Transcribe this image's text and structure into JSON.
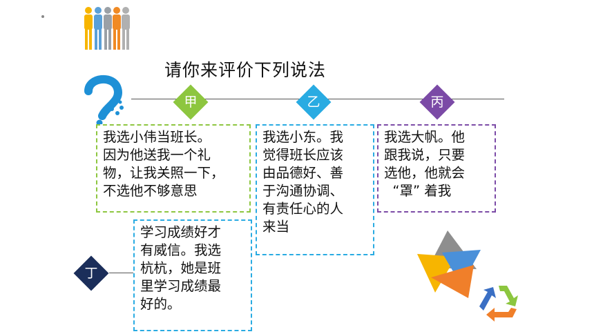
{
  "title": "请你来评价下列说法",
  "colors": {
    "green": "#8dc63f",
    "blue": "#29abe2",
    "purple": "#7b4aa6",
    "navy": "#1b2e5a"
  },
  "icons": {
    "people": "people-group-icon",
    "hook": "blue-footprint-hook-icon",
    "triangles": "colorful-triangles-icon",
    "recycle": "recycle-arrows-icon"
  },
  "markers": {
    "jia": "甲",
    "yi": "乙",
    "bing": "丙",
    "ding": "丁"
  },
  "cards": {
    "jia": "我选小伟当班长。\n因为他送我一个礼\n物，让我关照一下，\n不选他不够意思",
    "yi": "我选小东。我\n觉得班长应该\n由品德好、善\n于沟通协调、\n有责任心的人\n来当",
    "bing": "我选大帆。他\n跟我说，只要\n选他，他就会\n  “罩” 着我",
    "ding": "学习成绩好才\n有威信。我选\n杭杭，她是班\n里学习成绩最\n好的。"
  }
}
